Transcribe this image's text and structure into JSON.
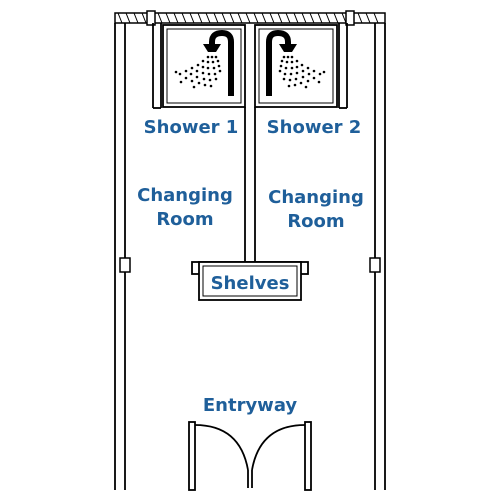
{
  "rooms": {
    "shower_1": "Shower 1",
    "shower_2": "Shower 2",
    "changing_room_left": [
      "Changing",
      "Room"
    ],
    "changing_room_right": [
      "Changing",
      "Room"
    ],
    "shelves": "Shelves",
    "entryway": "Entryway"
  },
  "icons": {
    "shower_left": "shower-head-icon",
    "shower_right": "shower-head-icon"
  },
  "colors": {
    "label": "#1f5f9a",
    "wall": "#000000",
    "fill": "#ffffff"
  }
}
